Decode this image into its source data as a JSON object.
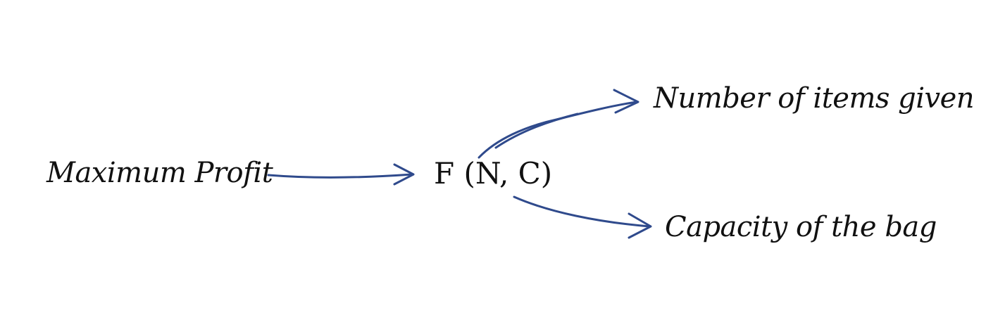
{
  "nodes": {
    "result": "Maximum Profit",
    "function": "F (N, C)",
    "param_n": "Number of items given",
    "param_c": "Capacity of the bag"
  },
  "colors": {
    "arrow": "#2f4a8c",
    "text": "#111111"
  }
}
